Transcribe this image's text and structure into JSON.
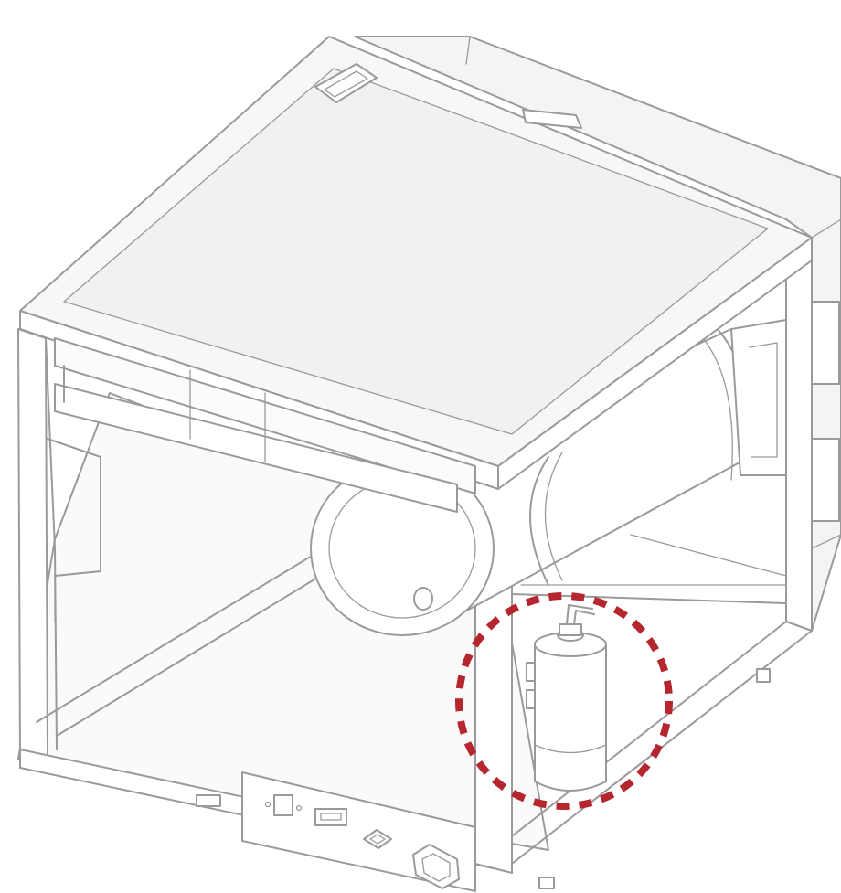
{
  "figure": {
    "subject": "printer-chassis-isometric-line-drawing",
    "highlight": {
      "target": "cylindrical-component",
      "style": "dashed-circle",
      "color": "#b5262e"
    },
    "colors": {
      "line": "#9a9a9a",
      "face": "#f4f4f4",
      "background": "#ffffff"
    },
    "ports": [
      "serial-port-icon",
      "usb-port-icon",
      "ethernet-port-icon",
      "power-socket-icon"
    ]
  }
}
